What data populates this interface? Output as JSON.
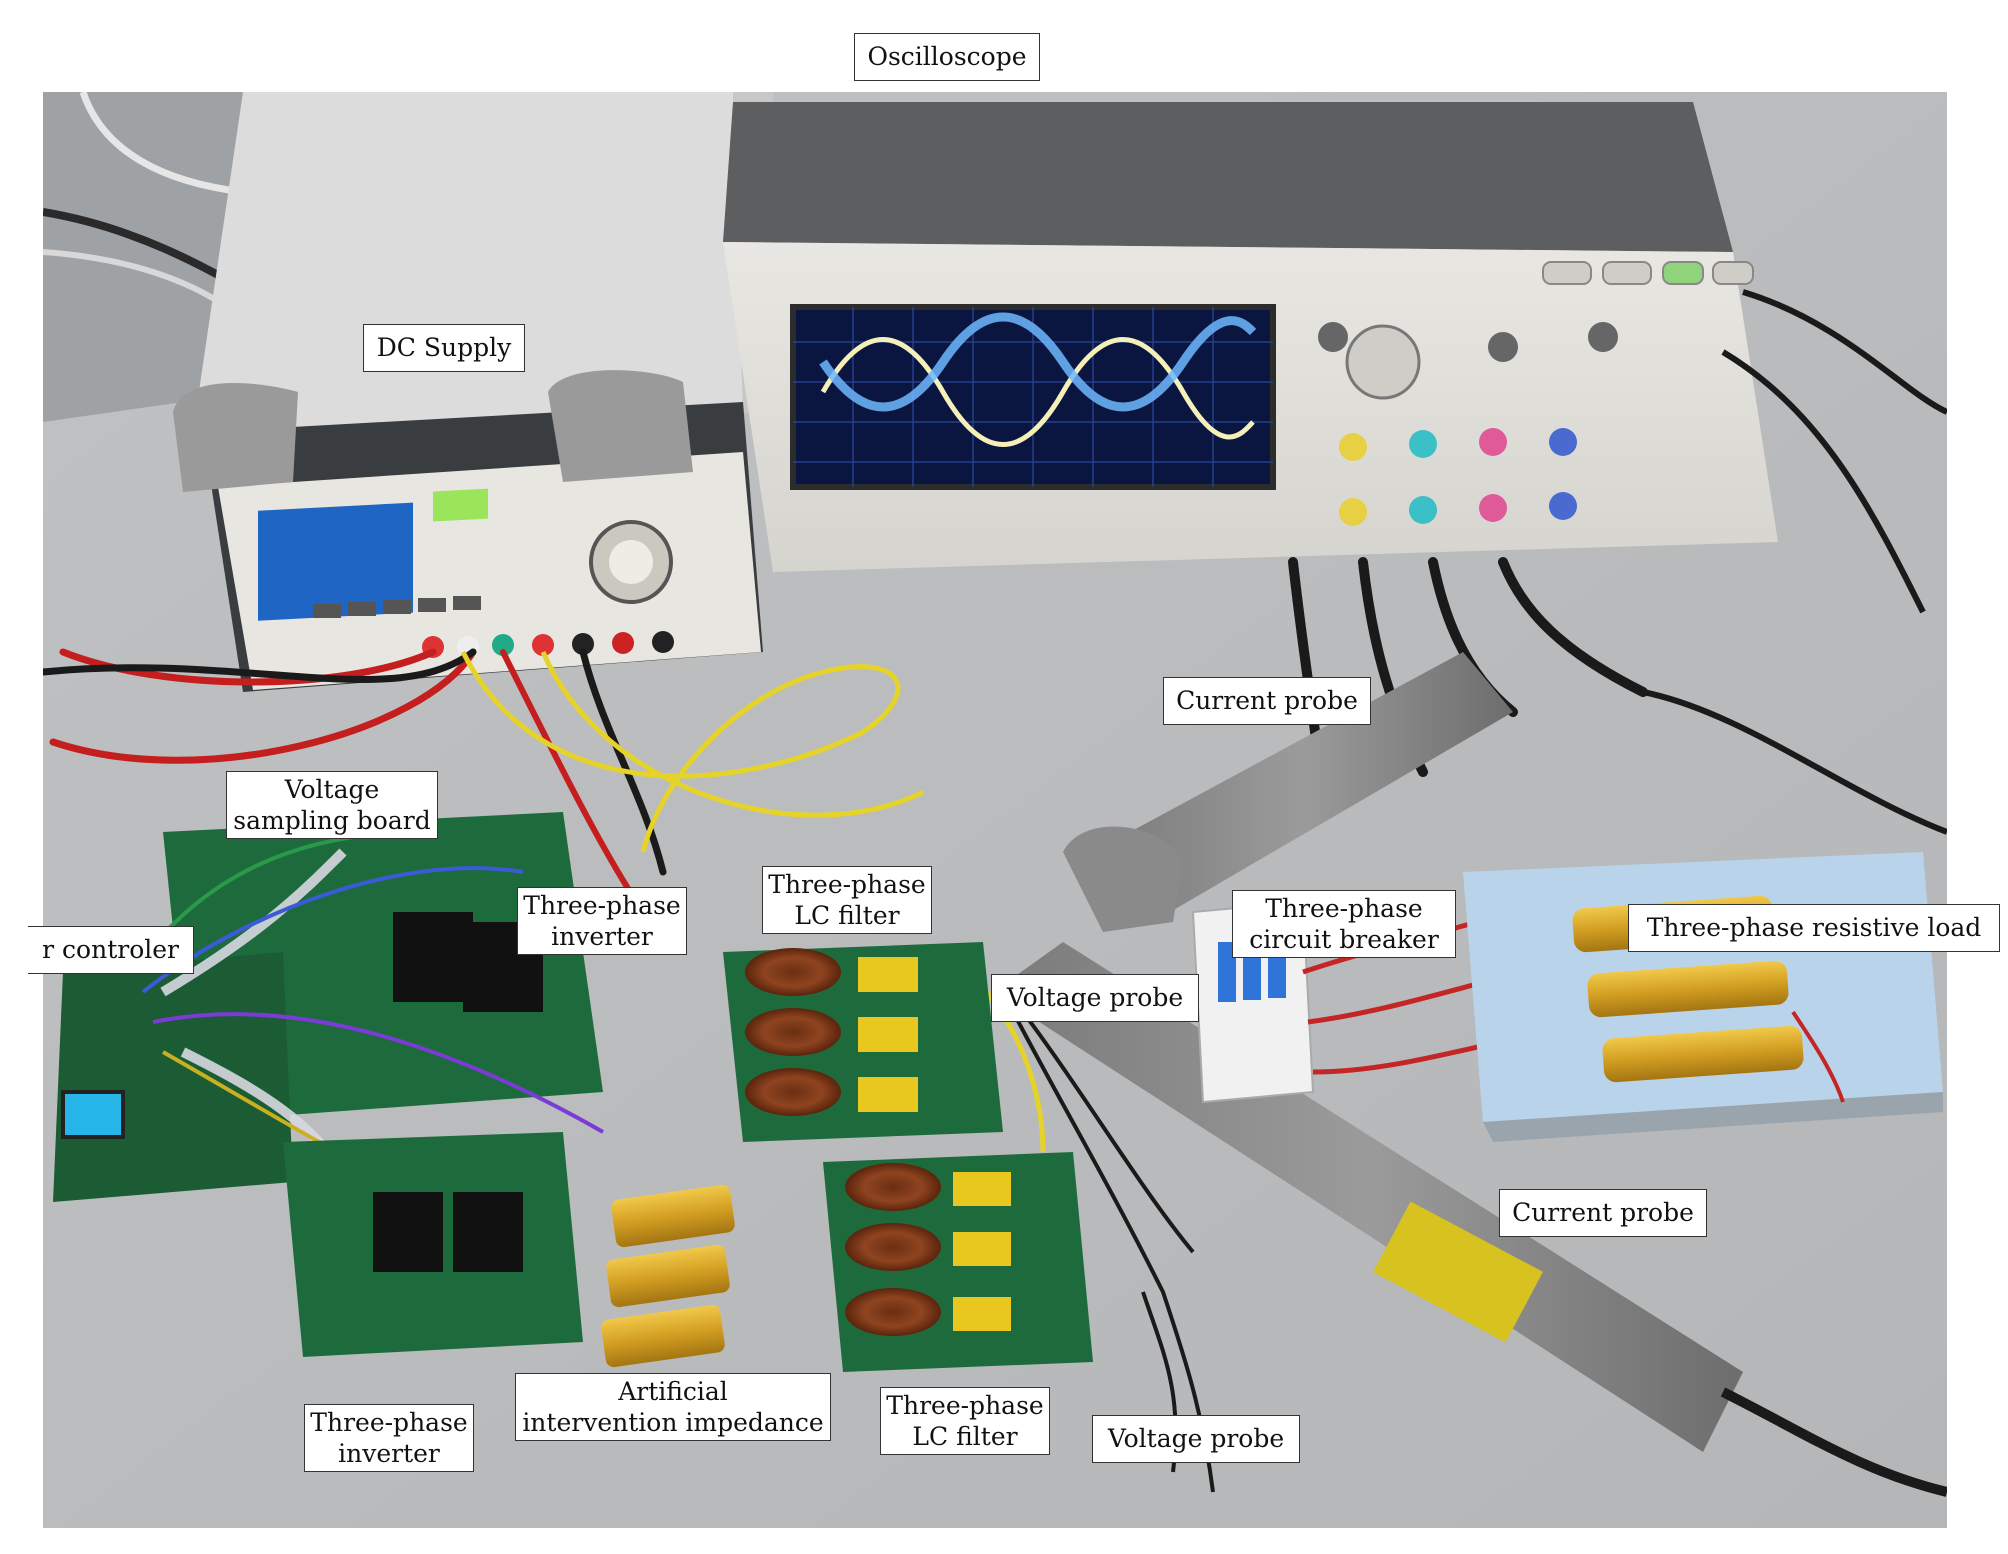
{
  "figure": {
    "callouts": {
      "oscilloscope": [
        "Oscilloscope"
      ],
      "dc_supply": [
        "DC Supply"
      ],
      "current_probe_top": [
        "Current probe"
      ],
      "voltage_sampling_board": [
        "Voltage",
        "sampling board"
      ],
      "controller": [
        "r controler"
      ],
      "inverter_top": [
        "Three-phase",
        "inverter"
      ],
      "lc_filter_top": [
        "Three-phase",
        "LC filter"
      ],
      "voltage_probe_top": [
        "Voltage probe"
      ],
      "circuit_breaker": [
        "Three-phase",
        "circuit breaker"
      ],
      "resistive_load": [
        "Three-phase resistive load"
      ],
      "current_probe_bottom": [
        "Current probe"
      ],
      "inverter_bottom": [
        "Three-phase",
        "inverter"
      ],
      "intervention_impedance": [
        "Artificial",
        "intervention impedance"
      ],
      "lc_filter_bottom": [
        "Three-phase",
        "LC filter"
      ],
      "voltage_probe_bottom": [
        "Voltage probe"
      ]
    }
  }
}
